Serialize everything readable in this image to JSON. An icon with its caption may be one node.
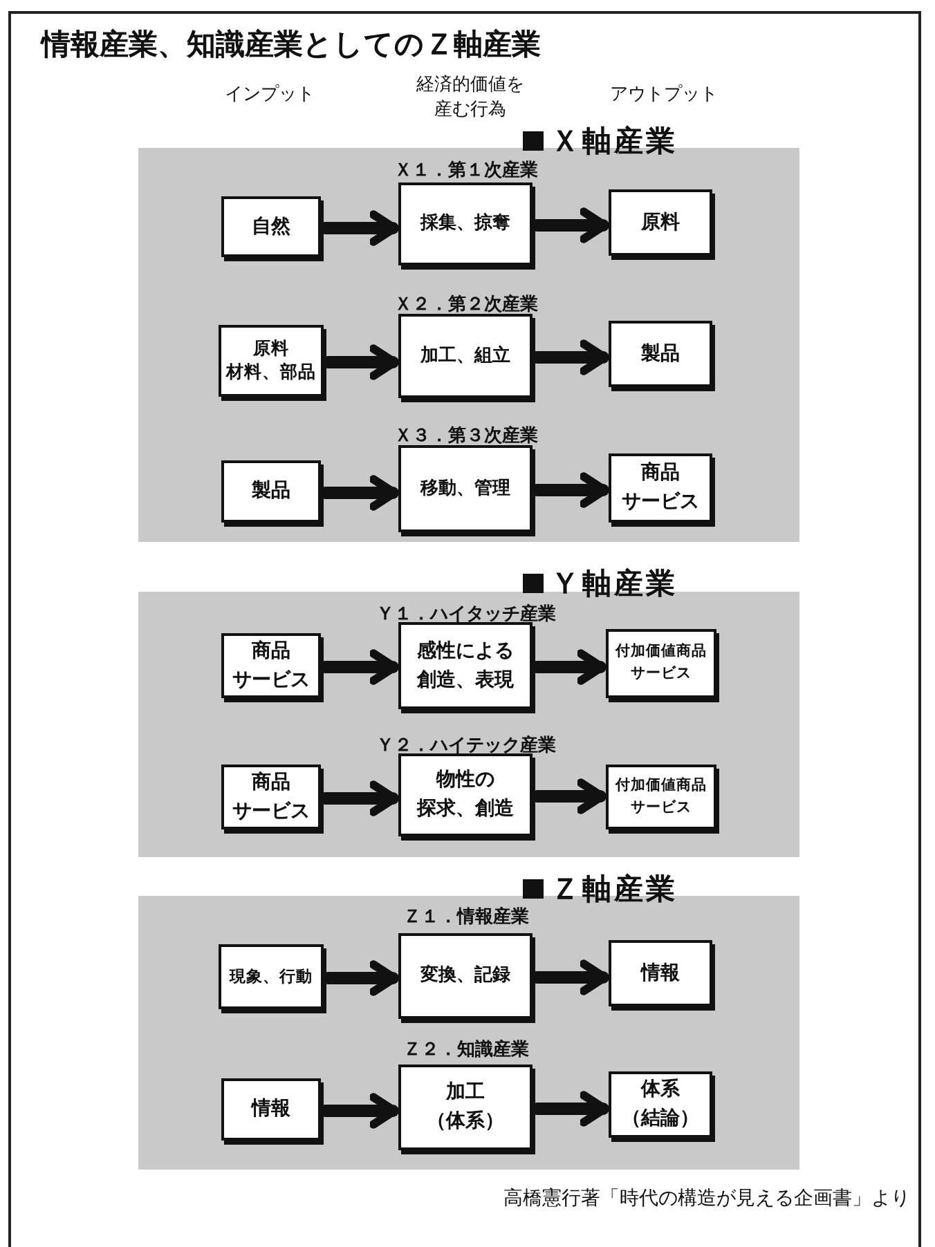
{
  "diagram": {
    "title": "情報産業、知識産業としてのＺ軸産業",
    "caption": "高橋憲行著「時代の構造が見える企画書」より",
    "nodes": [
      {
        "text": [
          "Ｘ軸産業"
        ]
      },
      {
        "text": [
          "自然"
        ],
        "in": 0
      },
      {
        "text": [
          "採集、掠奪"
        ],
        "in": 0
      },
      {
        "text": [
          "原料"
        ],
        "in": 0
      },
      {
        "text": [
          "原料材料、部品"
        ],
        "in": 0
      },
      {
        "text": [
          "加工、組立"
        ],
        "in": 0
      },
      {
        "text": [
          "製品"
        ],
        "in": 0
      },
      {
        "text": [
          "製品"
        ],
        "in": 0
      },
      {
        "text": [
          "移動、管理"
        ],
        "in": 0
      },
      {
        "text": [
          "商品サービス"
        ],
        "in": 0
      },
      {
        "text": [
          "Ｙ軸産業"
        ]
      },
      {
        "text": [
          "商品サービス"
        ],
        "in": 10
      },
      {
        "text": [
          "感性による創造、表現"
        ],
        "in": 10
      },
      {
        "text": [
          "付加価値商品サービス"
        ],
        "in": 10
      },
      {
        "text": [
          "商品サービス"
        ],
        "in": 10
      },
      {
        "text": [
          "物性の探求、創造"
        ],
        "in": 10
      },
      {
        "text": [
          "付加価値商品サービス"
        ],
        "in": 10
      },
      {
        "text": [
          "Ｚ軸産業"
        ]
      },
      {
        "text": [
          "現象、行動"
        ],
        "in": 17
      },
      {
        "text": [
          "変換、記録"
        ],
        "in": 17
      },
      {
        "text": [
          "情報"
        ],
        "in": 17
      },
      {
        "text": [
          "情報"
        ],
        "in": 17
      },
      {
        "text": [
          "加工（体系）"
        ],
        "in": 17
      },
      {
        "text": [
          "体系（結論）"
        ],
        "in": 17
      }
    ],
    "edges": [
      {
        "from": 1,
        "to": 2,
        "arrow": "to"
      },
      {
        "from": 2,
        "to": 3,
        "arrow": "to"
      },
      {
        "from": 4,
        "to": 5,
        "arrow": "to"
      },
      {
        "from": 5,
        "to": 6,
        "arrow": "to"
      },
      {
        "from": 7,
        "to": 8,
        "arrow": "to"
      },
      {
        "from": 8,
        "to": 9,
        "arrow": "to"
      },
      {
        "from": 11,
        "to": 12,
        "arrow": "to"
      },
      {
        "from": 12,
        "to": 13,
        "arrow": "to"
      },
      {
        "from": 14,
        "to": 15,
        "arrow": "to"
      },
      {
        "from": 15,
        "to": 16,
        "arrow": "to"
      },
      {
        "from": 18,
        "to": 19,
        "arrow": "to"
      },
      {
        "from": 19,
        "to": 20,
        "arrow": "to"
      },
      {
        "from": 21,
        "to": 22,
        "arrow": "to"
      },
      {
        "from": 22,
        "to": 23,
        "arrow": "to"
      }
    ],
    "labels": [
      "インプット",
      "経済的価値を産む行為",
      "アウトプット",
      "Ｘ１．第１次産業",
      "Ｘ２．第２次産業",
      "Ｘ３．第３次産業",
      "Ｙ１．ハイタッチ産業",
      "Ｙ２．ハイテック産業",
      "Ｚ１．情報産業",
      "Ｚ２．知識産業"
    ]
  }
}
